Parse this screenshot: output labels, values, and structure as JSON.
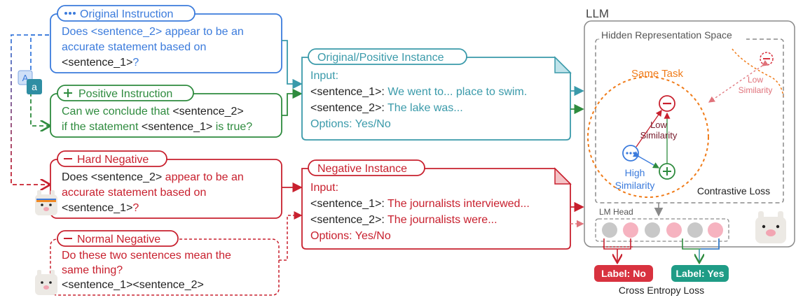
{
  "colors": {
    "blue": "#3b7bdc",
    "green": "#2e8b3e",
    "red": "#c8202e",
    "teal": "#3a9aaa",
    "orange": "#f07c1a",
    "gray": "#8a8a8a",
    "dark": "#222222",
    "label_no_bg": "#d8323f",
    "label_yes_bg": "#1f9c86"
  },
  "original_instruction": {
    "tag": "Original Instruction",
    "line1_a": "Does <sentence_2> ",
    "line1_b": "appear to be an",
    "line2": "accurate statement based on",
    "line3_a": "<sentence_1>",
    "line3_b": "?"
  },
  "positive_instruction": {
    "tag": "Positive Instruction",
    "line1_a": "Can we conclude that ",
    "line1_b": "<sentence_2>",
    "line2_a": "if the statement ",
    "line2_b": "<sentence_1>",
    "line2_c": " is true?"
  },
  "hard_negative": {
    "tag": "Hard Negative",
    "line1_a": "Does <sentence_2> ",
    "line1_b": "appear to be an",
    "line2": "accurate statement based on",
    "line3_a": "<sentence_1>",
    "line3_b": "?"
  },
  "normal_negative": {
    "tag": "Normal Negative",
    "line1": "Do these two sentences mean the",
    "line2": "same thing?",
    "line3": "<sentence_1><sentence_2>"
  },
  "positive_instance": {
    "tag": "Original/Positive Instance",
    "input": "Input:",
    "s1_label": "<sentence_1>: ",
    "s1_text": "We went to... place to swim.",
    "s2_label": "<sentence_2>: ",
    "s2_text": "The lake was...",
    "options": "Options: Yes/No"
  },
  "negative_instance": {
    "tag": "Negative Instance",
    "input": "Input:",
    "s1_label": "<sentence_1>: ",
    "s1_text": "The journalists interviewed...",
    "s2_label": "<sentence_2>: ",
    "s2_text": "The journalists were...",
    "options": "Options: Yes/No"
  },
  "llm": {
    "title": "LLM",
    "hidden_space": "Hidden Representation Space",
    "same_task": "Same Task",
    "low_similarity_inner_1": "Low",
    "low_similarity_inner_2": "Similarity",
    "low_similarity_outer_1": "Low",
    "low_similarity_outer_2": "Similarity",
    "high_similarity_1": "High",
    "high_similarity_2": "Similarity",
    "contrastive_loss": "Contrastive Loss",
    "lm_head": "LM Head"
  },
  "labels": {
    "no": "Label: No",
    "yes": "Label: Yes",
    "cross_entropy": "Cross Entropy Loss"
  },
  "translate_icon": {
    "big": "A",
    "small": "a"
  }
}
